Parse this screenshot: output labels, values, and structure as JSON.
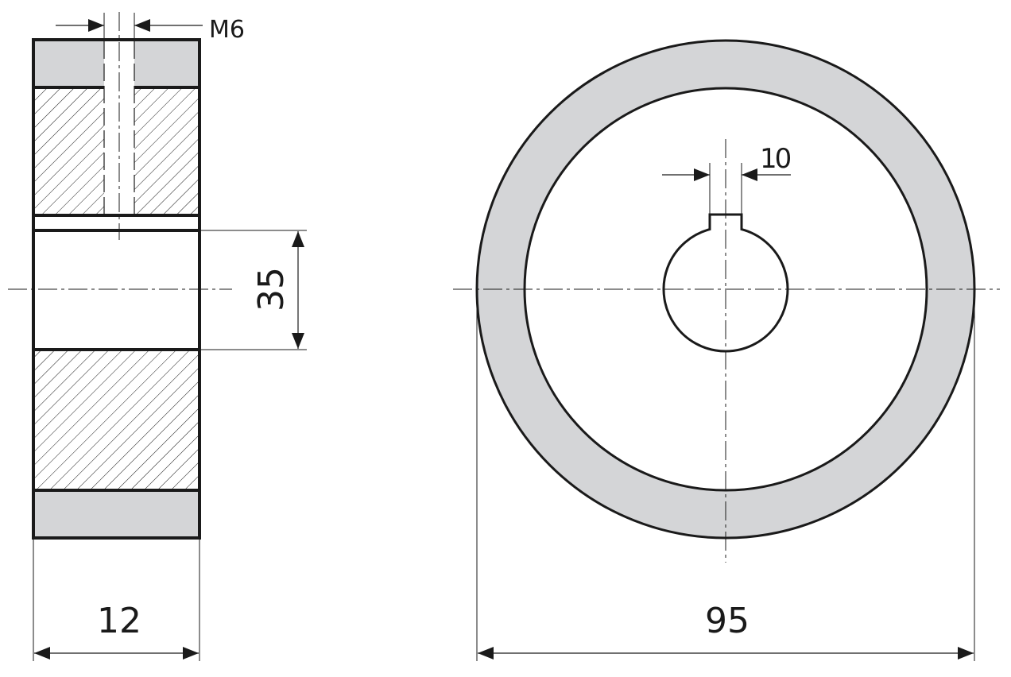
{
  "drawing": {
    "side_view": {
      "thread_label": "M6",
      "width_label": "12",
      "bore_label": "35"
    },
    "front_view": {
      "keyway_label": "10",
      "diameter_label": "95"
    },
    "colors": {
      "fill_gray": "#d4d5d7",
      "line": "#1a1a1a"
    }
  }
}
